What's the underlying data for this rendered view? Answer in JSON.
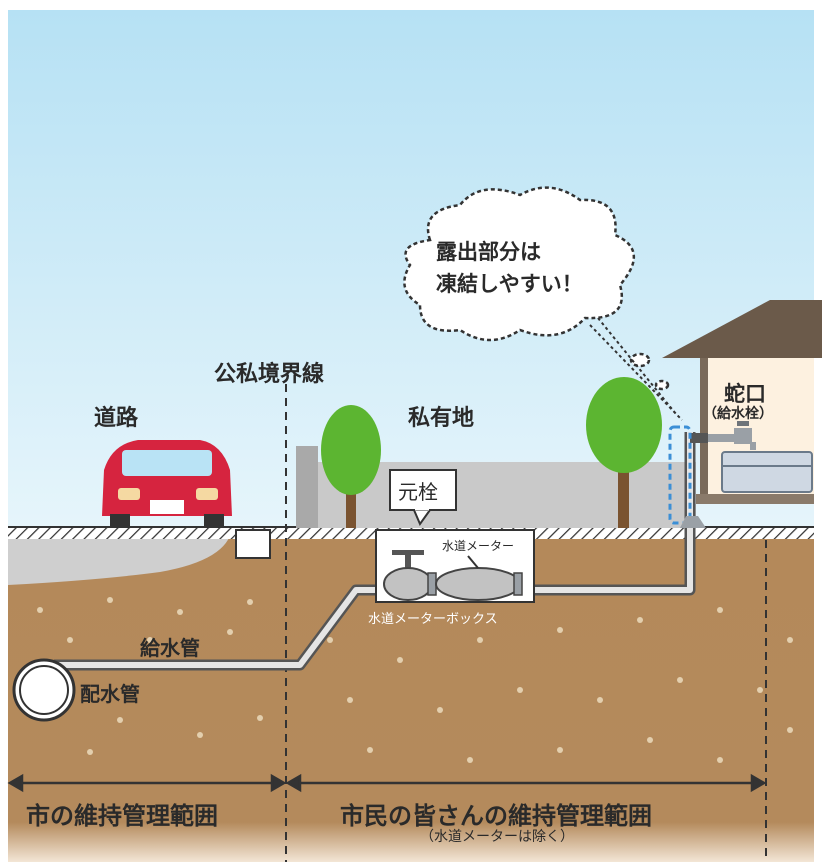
{
  "labels": {
    "boundary_line": "公私境界線",
    "road": "道路",
    "private_land": "私有地",
    "faucet": "蛇口",
    "faucet_sub": "（給水栓）",
    "main_valve": "元栓",
    "meter": "水道メーター",
    "meter_box": "水道メーターボックス",
    "service_pipe": "給水管",
    "distribution_pipe": "配水管",
    "city_range": "市の維持管理範囲",
    "citizen_range": "市民の皆さんの維持管理範囲",
    "citizen_range_note": "（水道メーターは除く）"
  },
  "callout": {
    "line1": "露出部分は",
    "line2": "凍結しやすい！"
  },
  "colors": {
    "sky": "#b9e3f5",
    "soil": "#b48a5c",
    "ground_line": "#555555",
    "pipe": "#9aa0a6",
    "car": "#d6243f",
    "tree": "#5cb531",
    "trunk": "#7a5330",
    "wall": "#c9c9c9",
    "roof": "#6b5a4a",
    "house": "#fdf1e0",
    "exposed_marker": "#3b8fd6"
  },
  "icons": [
    "car-icon",
    "tree-icon",
    "house-icon",
    "faucet-icon",
    "valve-icon",
    "meter-icon"
  ]
}
